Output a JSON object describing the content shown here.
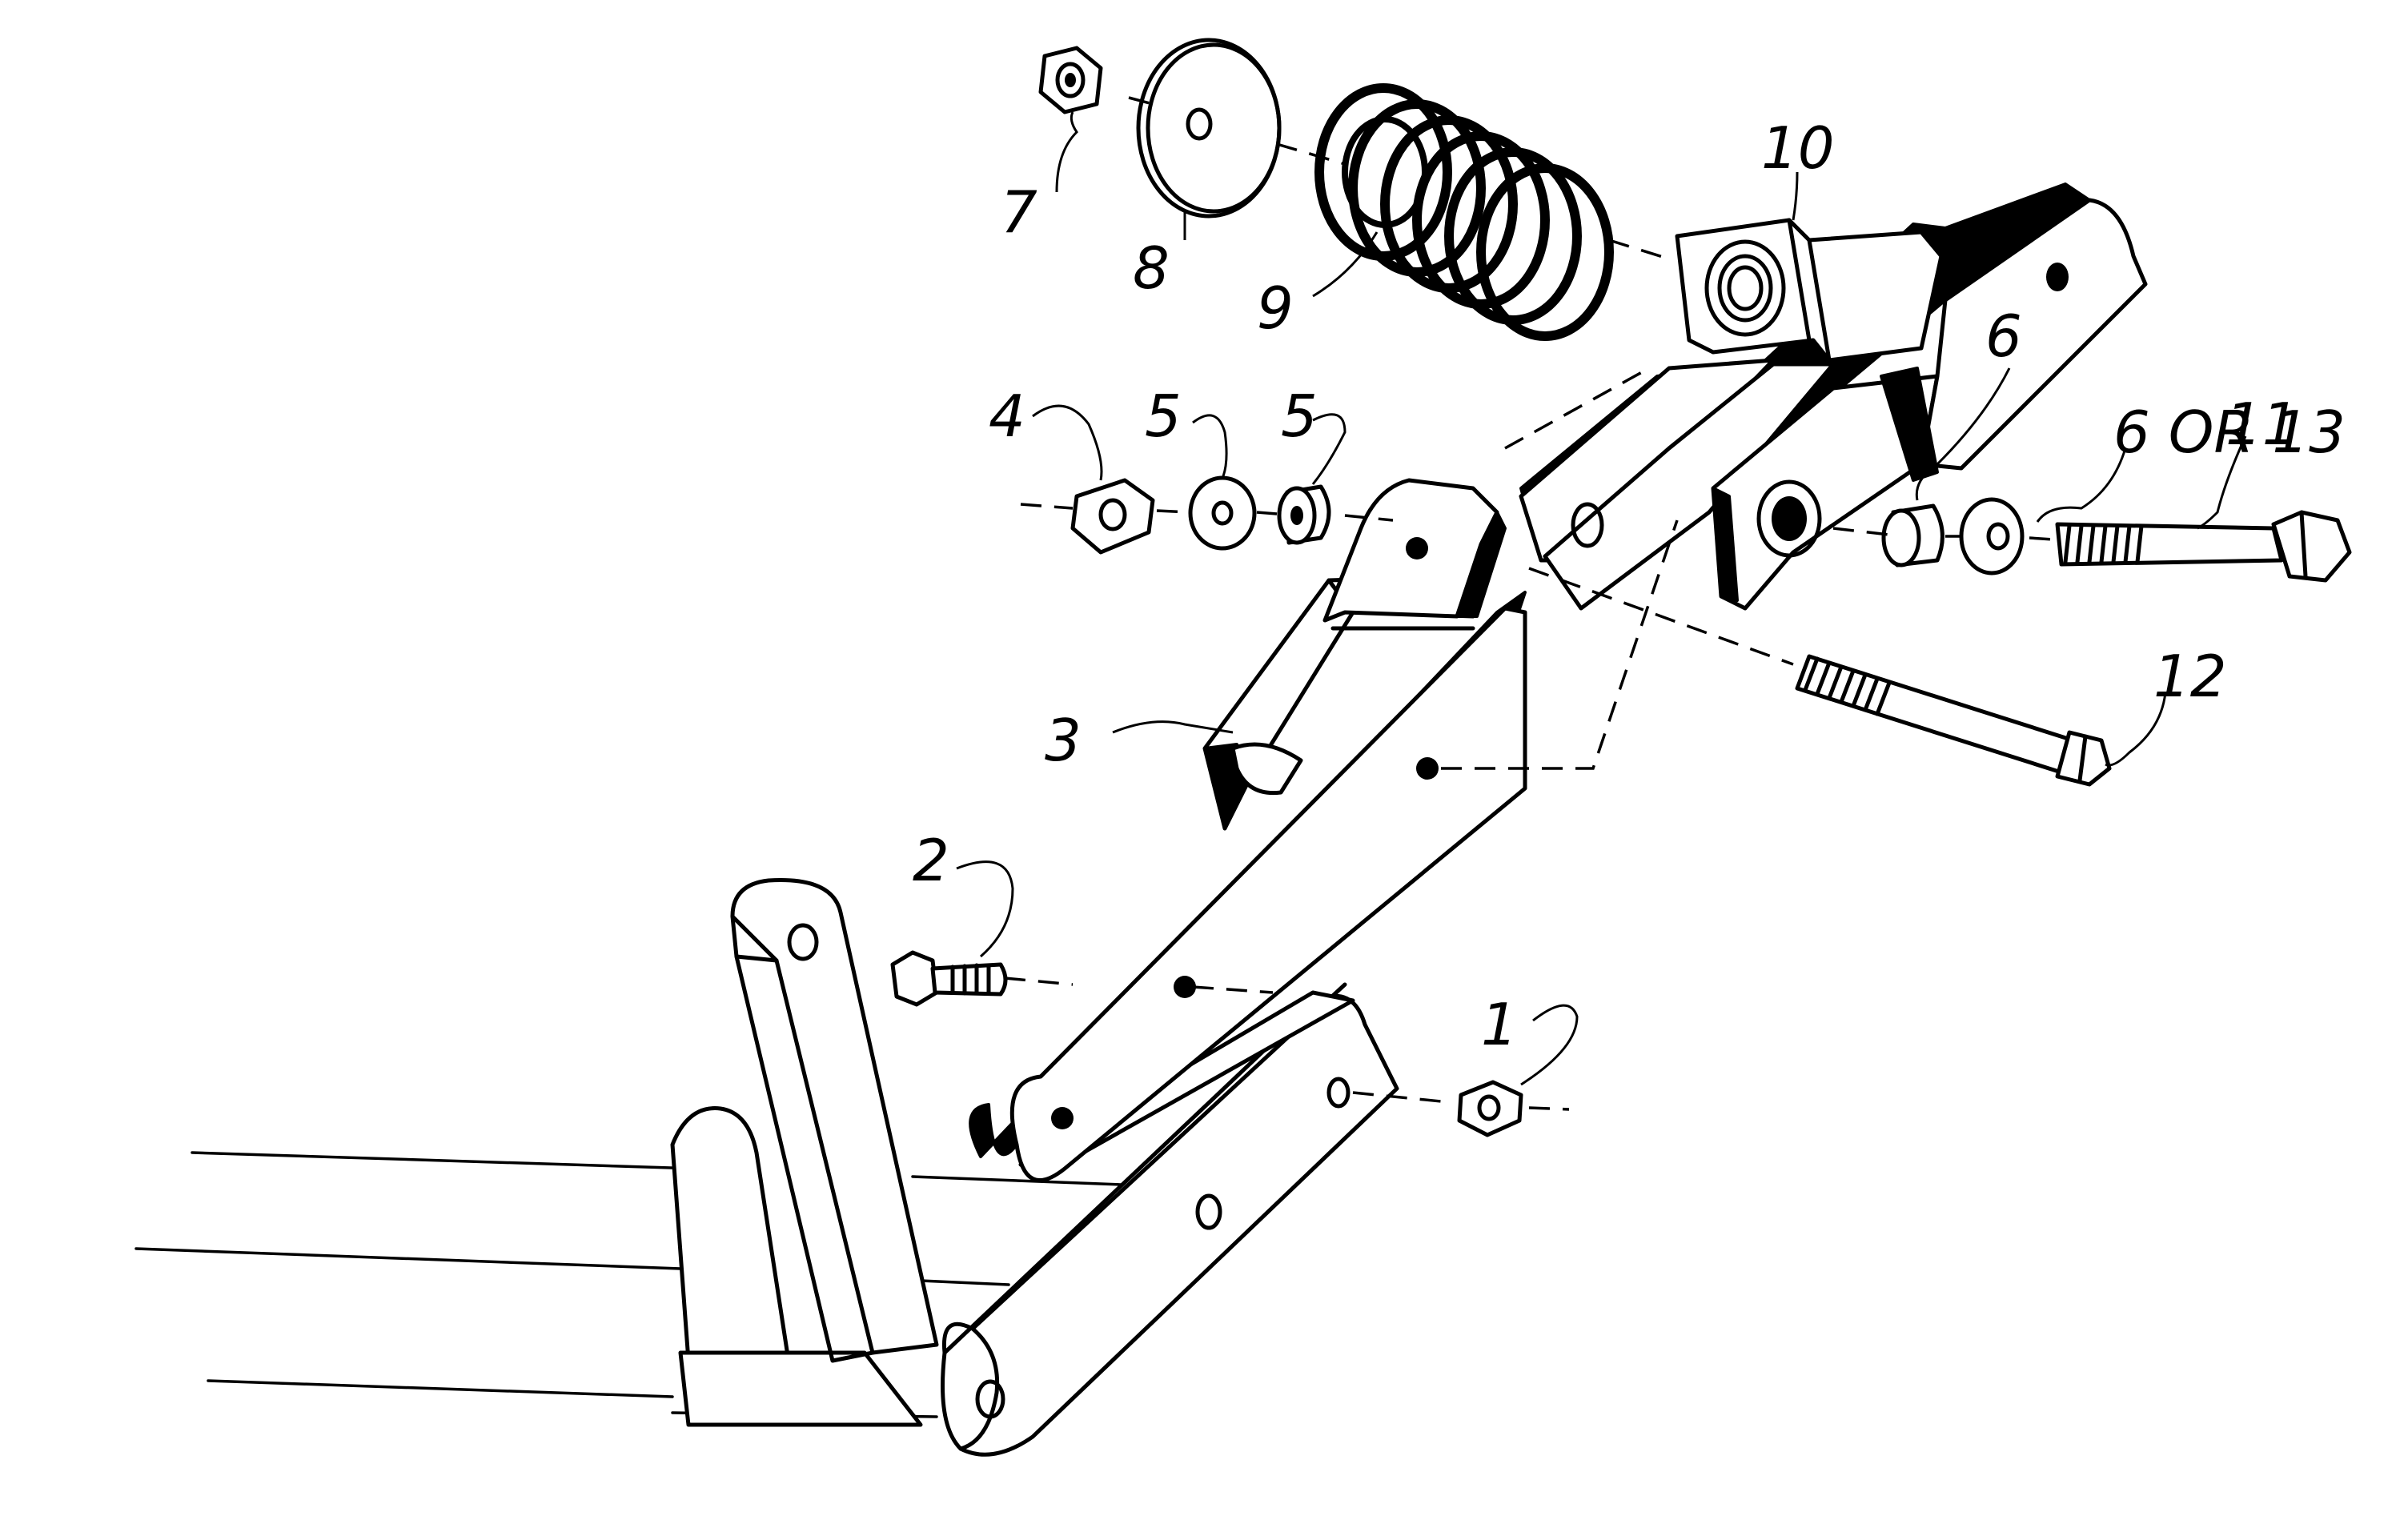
{
  "callouts": [
    {
      "id": "1",
      "text": "1"
    },
    {
      "id": "2",
      "text": "2"
    },
    {
      "id": "3",
      "text": "3"
    },
    {
      "id": "4",
      "text": "4"
    },
    {
      "id": "5a",
      "text": "5"
    },
    {
      "id": "5b",
      "text": "5"
    },
    {
      "id": "6a",
      "text": "6"
    },
    {
      "id": "6b",
      "text": "6 OR 13"
    },
    {
      "id": "7",
      "text": "7"
    },
    {
      "id": "8",
      "text": "8"
    },
    {
      "id": "9",
      "text": "9"
    },
    {
      "id": "10",
      "text": "10"
    },
    {
      "id": "11",
      "text": "11"
    },
    {
      "id": "12",
      "text": "12"
    }
  ]
}
